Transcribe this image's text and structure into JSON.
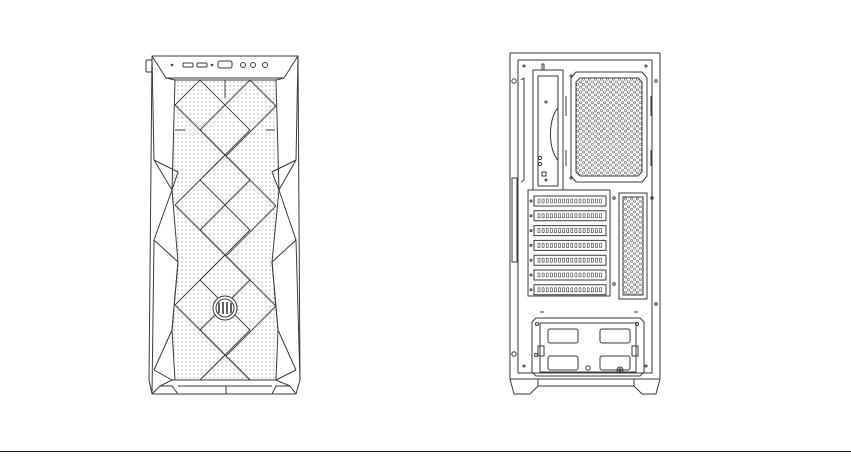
{
  "figure": {
    "views": [
      {
        "id": "front",
        "description_icon": "pc-case-front-view-icon"
      },
      {
        "id": "rear",
        "description_icon": "pc-case-rear-view-icon"
      }
    ],
    "colors": {
      "line": "#3a3a3a",
      "background": "#ffffff",
      "rule": "#1a1a1a"
    },
    "front": {
      "io_ports": 7,
      "expansion_slots": 0
    },
    "rear": {
      "expansion_slots": 7
    }
  }
}
